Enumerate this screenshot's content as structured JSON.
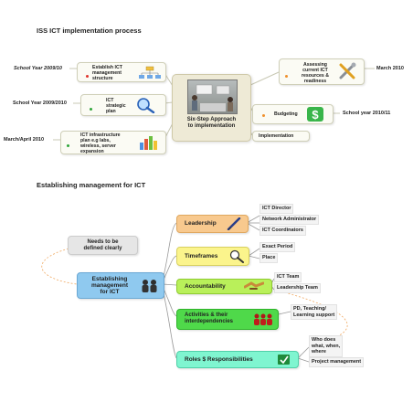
{
  "section1": {
    "title": "ISS ICT implementation process",
    "center": {
      "label_line1": "Six-Step Approach",
      "label_line2": "to implementation"
    },
    "management": {
      "line1": "Establish ICT",
      "line2": "management",
      "line3": "structure",
      "date": "School Year 2009/10"
    },
    "strategic": {
      "line1": "ICT",
      "line2": "strategic",
      "line3": "plan",
      "date": "School Year 2009/2010"
    },
    "infrastructure": {
      "line1": "ICT infrastructure",
      "line2": "plan e.g labs,",
      "line3": "wireless, server",
      "line4": "expansion",
      "date": "March/April 2010"
    },
    "assessing": {
      "line1": "Assessing",
      "line2": "current ICT",
      "line3": "resources &",
      "line4": "readiness",
      "date": "March 2010"
    },
    "budgeting": {
      "label": "Budgeting",
      "date": "School year 2010/11"
    },
    "implementation": {
      "label": "Implementation"
    }
  },
  "section2": {
    "title": "Establishing management for ICT",
    "center": {
      "line1": "Establishing",
      "line2": "management",
      "line3": "for ICT"
    },
    "note": {
      "line1": "Needs to be",
      "line2": "defined clearly"
    },
    "leadership": {
      "label": "Leadership",
      "leaves": [
        "ICT Director",
        "Network Administrator",
        "ICT Coordinators"
      ]
    },
    "timeframes": {
      "label": "Timeframes",
      "leaves": [
        "Exact Period",
        "Place"
      ]
    },
    "accountability": {
      "label": "Accountability",
      "leaves": [
        "ICT Team",
        "Leadership Team"
      ]
    },
    "activities": {
      "line1": "Activities & their",
      "line2": "interdependencies",
      "leaves": [
        "PD, Teaching/",
        "Learning support"
      ]
    },
    "roles": {
      "label": "Roles $ Responsibilities",
      "leaves": [
        "Who does",
        "what, when,",
        "where",
        "Project management"
      ]
    }
  },
  "colors": {
    "orange": "#f8c98e",
    "yellow": "#fbf48c",
    "green": "#b9f05a",
    "green2": "#4fd94a",
    "cyan": "#7ff5d0",
    "blue": "#8fc9ef"
  }
}
